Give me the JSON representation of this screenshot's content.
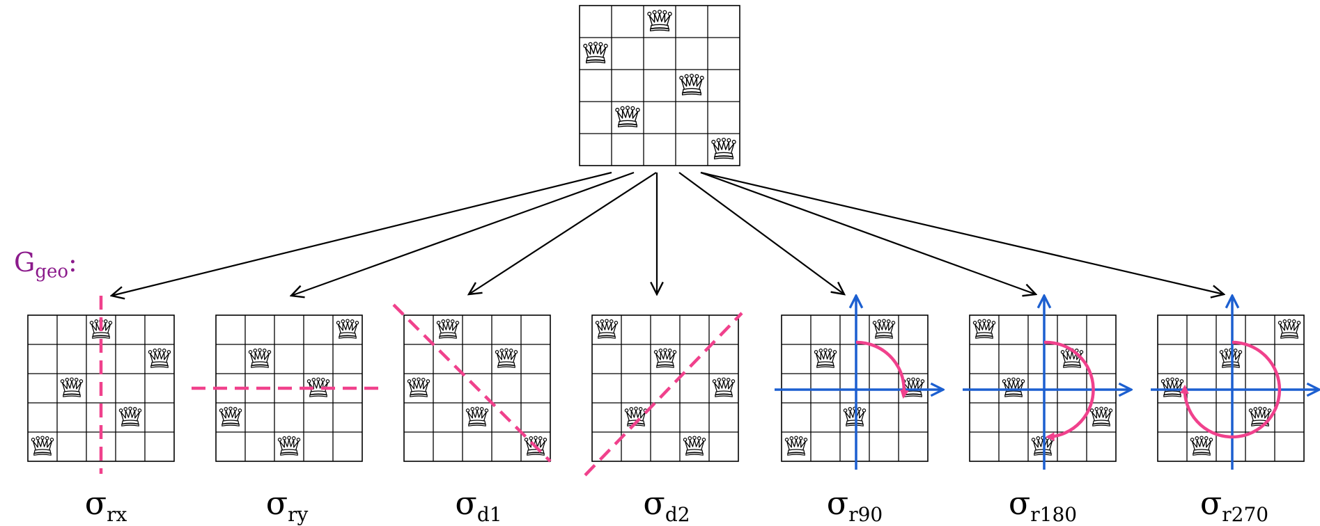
{
  "colors": {
    "grid": "#000000",
    "arrow": "#000000",
    "mirror_line": "#F0418C",
    "rotation_arc": "#F0418C",
    "axes": "#1C5FD0",
    "group_label": "#8B1A8B"
  },
  "group_label": {
    "main": "G",
    "sub": "geo",
    "suffix": ":"
  },
  "board_size": 5,
  "queen_icon": "chess-queen-icon",
  "top_board": {
    "queens": [
      [
        0,
        2
      ],
      [
        1,
        0
      ],
      [
        2,
        3
      ],
      [
        3,
        1
      ],
      [
        4,
        4
      ]
    ]
  },
  "transforms": [
    {
      "id": "rx",
      "sigma": "σ",
      "subscript": "rx",
      "queens": [
        [
          0,
          2
        ],
        [
          1,
          4
        ],
        [
          2,
          1
        ],
        [
          3,
          3
        ],
        [
          4,
          0
        ]
      ],
      "marker": "vline"
    },
    {
      "id": "ry",
      "sigma": "σ",
      "subscript": "ry",
      "queens": [
        [
          0,
          4
        ],
        [
          1,
          1
        ],
        [
          2,
          3
        ],
        [
          3,
          0
        ],
        [
          4,
          2
        ]
      ],
      "marker": "hline"
    },
    {
      "id": "d1",
      "sigma": "σ",
      "subscript": "d1",
      "queens": [
        [
          0,
          1
        ],
        [
          1,
          3
        ],
        [
          2,
          0
        ],
        [
          3,
          2
        ],
        [
          4,
          4
        ]
      ],
      "marker": "diag1"
    },
    {
      "id": "d2",
      "sigma": "σ",
      "subscript": "d2",
      "queens": [
        [
          0,
          0
        ],
        [
          1,
          2
        ],
        [
          2,
          4
        ],
        [
          3,
          1
        ],
        [
          4,
          3
        ]
      ],
      "marker": "diag2"
    },
    {
      "id": "r90",
      "sigma": "σ",
      "subscript": "r90",
      "queens": [
        [
          0,
          3
        ],
        [
          1,
          1
        ],
        [
          2,
          4
        ],
        [
          3,
          2
        ],
        [
          4,
          0
        ]
      ],
      "marker": "rot90"
    },
    {
      "id": "r180",
      "sigma": "σ",
      "subscript": "r180",
      "queens": [
        [
          0,
          0
        ],
        [
          1,
          3
        ],
        [
          2,
          1
        ],
        [
          3,
          4
        ],
        [
          4,
          2
        ]
      ],
      "marker": "rot180"
    },
    {
      "id": "r270",
      "sigma": "σ",
      "subscript": "r270",
      "queens": [
        [
          0,
          4
        ],
        [
          1,
          2
        ],
        [
          2,
          0
        ],
        [
          3,
          3
        ],
        [
          4,
          1
        ]
      ],
      "marker": "rot270"
    }
  ]
}
